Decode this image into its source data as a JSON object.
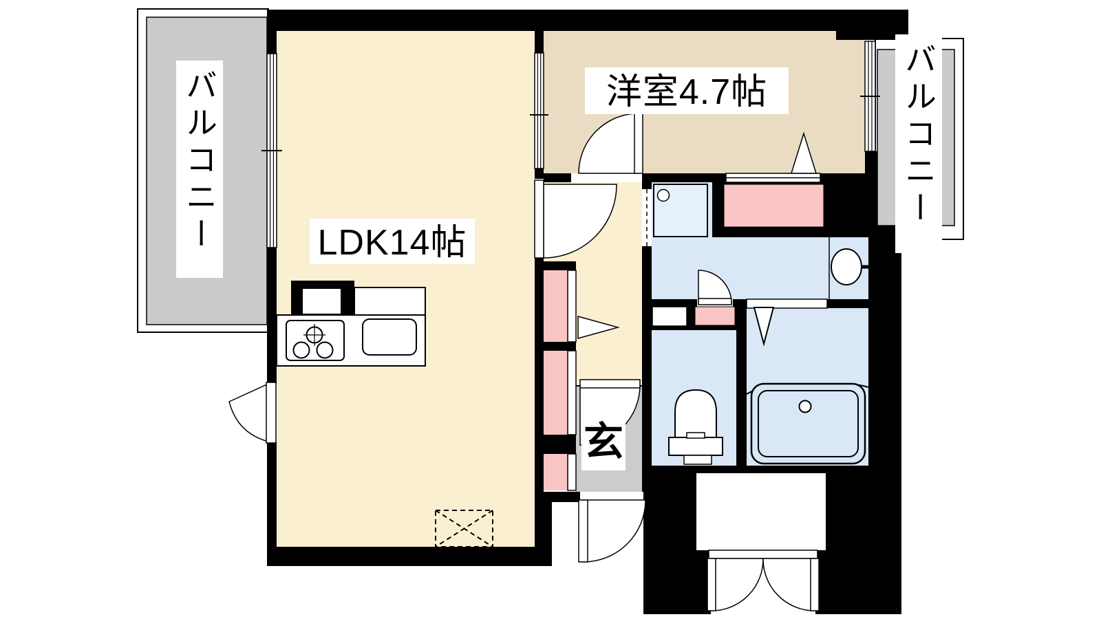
{
  "floorplan": {
    "labels": {
      "ldk": "LDK14帖",
      "western_room": "洋室4.7帖",
      "balcony_left": "バルコニー",
      "balcony_right": "バルコニー",
      "entrance": "玄"
    },
    "colors": {
      "ldk_floor": "#FBEFD1",
      "western_room_floor": "#E9DCC2",
      "balcony_floor": "#CBCBCB",
      "entrance_floor": "#CCCCCC",
      "wet_area_floor": "#D9E7F6",
      "closet_fill": "#F9C5C5",
      "wall": "#000000"
    }
  }
}
